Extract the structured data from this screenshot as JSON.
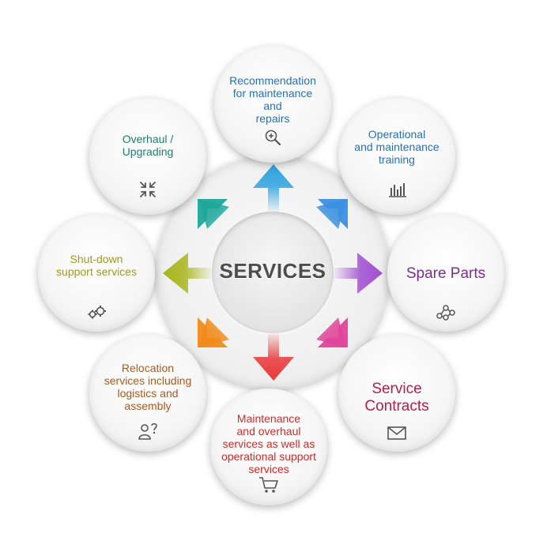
{
  "center": {
    "title": "SERVICES"
  },
  "nodes": {
    "recommendation": {
      "lines": [
        "Recommendation",
        "for maintenance and",
        "repairs"
      ],
      "icon": "magnifier-plus-icon",
      "color": "#2a6fb6"
    },
    "overhaul": {
      "lines": [
        "Overhaul /",
        "Upgrading"
      ],
      "icon": "compress-arrows-icon",
      "color": "#1f7d6a"
    },
    "operational_training": {
      "lines": [
        "Operational",
        "and maintenance",
        "training"
      ],
      "icon": "bar-chart-icon",
      "color": "#2a6fb6"
    },
    "shutdown": {
      "lines": [
        "Shut-down",
        "support services"
      ],
      "icon": "gears-icon",
      "color": "#9c9a1f"
    },
    "spare_parts": {
      "lines": [
        "Spare Parts"
      ],
      "icon": "network-nodes-icon",
      "color": "#7b2f8a"
    },
    "relocation": {
      "lines": [
        "Relocation",
        "services including",
        "logistics and",
        "assembly"
      ],
      "icon": "user-question-icon",
      "color": "#a85a22"
    },
    "service_contracts": {
      "lines": [
        "Service",
        "Contracts"
      ],
      "icon": "envelope-icon",
      "color": "#b0204a"
    },
    "maintenance": {
      "lines": [
        "Maintenance",
        "and overhaul",
        "services as well as",
        "operational support",
        "services"
      ],
      "icon": "shopping-cart-icon",
      "color": "#d12a2a"
    }
  },
  "arrow_colors": {
    "up": "#2ea3df",
    "up_right": "#3b8fe0",
    "right": "#a04fd0",
    "down_right": "#e0449a",
    "down": "#e8383a",
    "down_left": "#f08a18",
    "left": "#a9b51c",
    "up_left": "#1ea89a"
  }
}
